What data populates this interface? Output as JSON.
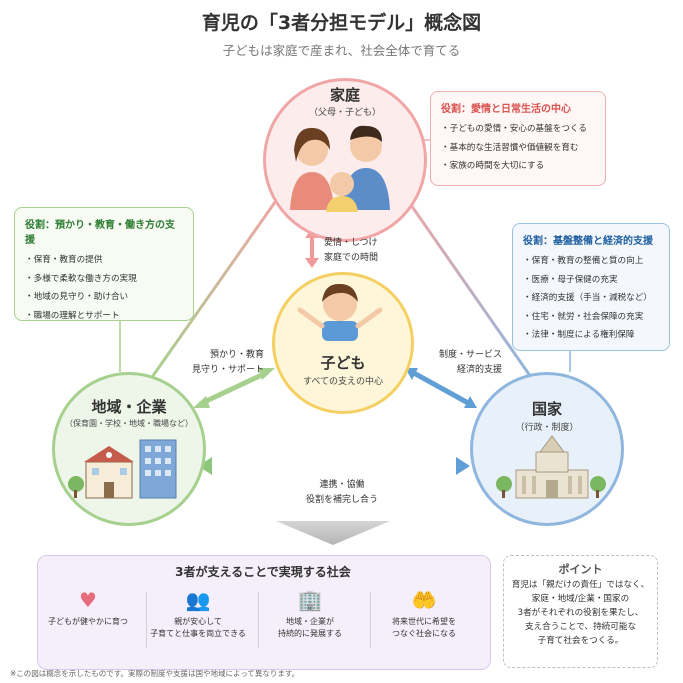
{
  "title": "育児の「3者分担モデル」概念図",
  "subtitle": "子どもは家庭で産まれ、社会全体で育てる",
  "family": {
    "title": "家庭",
    "sub": "（父母・子ども）"
  },
  "family_role": {
    "title": "役割：愛情と日常生活の中心",
    "items": [
      "子どもの愛情・安心の基盤をつくる",
      "基本的な生活習慣や価値観を育む",
      "家族の時間を大切にする"
    ]
  },
  "community": {
    "title": "地域・企業",
    "sub": "（保育園・学校・地域・職場など）"
  },
  "community_role": {
    "title": "役割：預かり・教育・働き方の支援",
    "items": [
      "保育・教育の提供",
      "多様で柔軟な働き方の実現",
      "地域の見守り・助け合い",
      "職場の理解とサポート"
    ]
  },
  "state": {
    "title": "国家",
    "sub": "（行政・制度）"
  },
  "state_role": {
    "title": "役割：基盤整備と経済的支援",
    "items": [
      "保育・教育の整備と質の向上",
      "医療・母子保健の充実",
      "経済的支援（手当・減税など）",
      "住宅・就労・社会保障の充実",
      "法律・制度による権利保障"
    ]
  },
  "child": {
    "title": "子ども",
    "sub": "すべての支えの中心"
  },
  "arrows": {
    "family_line1": "愛情・しつけ",
    "family_line2": "家庭での時間",
    "community_line1": "預かり・教育",
    "community_line2": "見守り・サポート",
    "state_line1": "制度・サービス",
    "state_line2": "経済的支援",
    "bottom_line1": "連携・協働",
    "bottom_line2": "役割を補完し合う"
  },
  "society": {
    "title": "3者が支えることで実現する社会",
    "items": [
      {
        "icon": "♥",
        "line1": "子どもが健やかに育つ",
        "line2": ""
      },
      {
        "icon": "👥",
        "line1": "親が安心して",
        "line2": "子育てと仕事を両立できる"
      },
      {
        "icon": "🏢",
        "line1": "地域・企業が",
        "line2": "持続的に発展する"
      },
      {
        "icon": "🤲",
        "line1": "将来世代に希望を",
        "line2": "つなぐ社会になる"
      }
    ]
  },
  "point": {
    "title": "ポイント",
    "lines": [
      "育児は「親だけの責任」ではなく、",
      "家庭・地域/企業・国家の",
      "3者がそれぞれの役割を果たし、",
      "支え合うことで、持続可能な",
      "子育て社会をつくる。"
    ]
  },
  "footnote": "※この図は概念を示したものです。実際の制度や支援は国や地域によって異なります。",
  "colors": {
    "family": "#f0a6a6",
    "community": "#a6d08e",
    "state": "#8fb6de",
    "child": "#f4cf62",
    "role_title_family": "#d9534f",
    "role_title_community": "#2e7d32",
    "role_title_state": "#1f5fa0"
  }
}
